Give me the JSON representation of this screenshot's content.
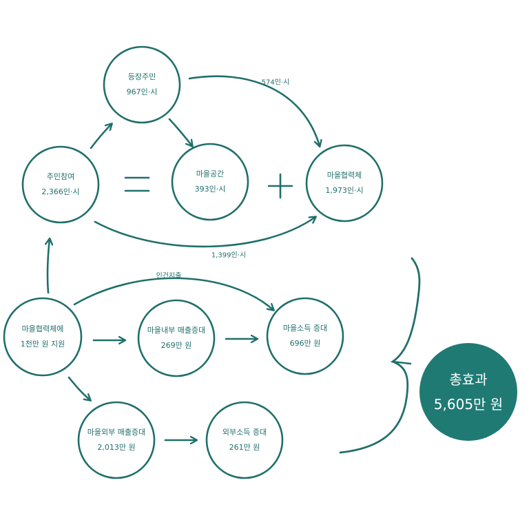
{
  "colors": {
    "stroke": "#1f6f6b",
    "fill_total": "#1f7a74",
    "background": "#ffffff"
  },
  "nodes": {
    "participation": {
      "title": "주민참여",
      "value": "2,366인·시"
    },
    "residents": {
      "title": "등장주민",
      "value": "967인·시"
    },
    "space": {
      "title": "마을공간",
      "value": "393인·시"
    },
    "community": {
      "title": "마을협력체",
      "value": "1,973인·시"
    },
    "support": {
      "title": "마을협력체에",
      "value": "1천만 원 지원"
    },
    "inner_sales": {
      "title": "마을내부 매출증대",
      "value": "269만 원"
    },
    "income": {
      "title": "마을소득 증대",
      "value": "696만 원"
    },
    "outer_sales": {
      "title": "마을외부 매출증대",
      "value": "2,013만 원"
    },
    "outer_income": {
      "title": "외부소득 증대",
      "value": "261만 원"
    }
  },
  "edges": {
    "res_to_comm": "574인·시",
    "part_to_comm": "1,399인·시",
    "labor": "인건지출"
  },
  "operators": {
    "equals": "=",
    "plus": "+"
  },
  "total": {
    "title": "총효과",
    "value": "5,605만 원"
  }
}
